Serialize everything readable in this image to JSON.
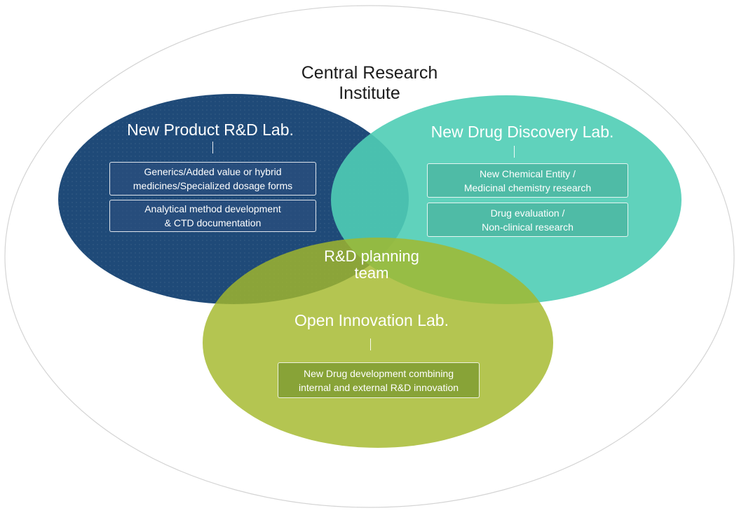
{
  "institute": {
    "title_line1": "Central Research",
    "title_line2": "Institute"
  },
  "labs": {
    "new_product": {
      "title": "New Product R&D Lab.",
      "items": [
        "Generics/Added value or hybrid\nmedicines/Specialized dosage forms",
        "Analytical method development\n& CTD documentation"
      ]
    },
    "new_drug": {
      "title": "New Drug Discovery Lab.",
      "items": [
        "New Chemical Entity /\nMedicinal chemistry research",
        "Drug evaluation /\nNon-clinical research"
      ]
    },
    "open_innovation": {
      "title": "Open Innovation Lab.",
      "items": [
        "New Drug development combining\ninternal and external R&D innovation"
      ]
    }
  },
  "center": {
    "title_line1": "R&D planning",
    "title_line2": "team"
  },
  "colors": {
    "outer_border": "#d4d4d4",
    "new_product": "#1f4a78",
    "new_drug": "#4fcdb5",
    "open_innovation": "#a9bd3e"
  }
}
